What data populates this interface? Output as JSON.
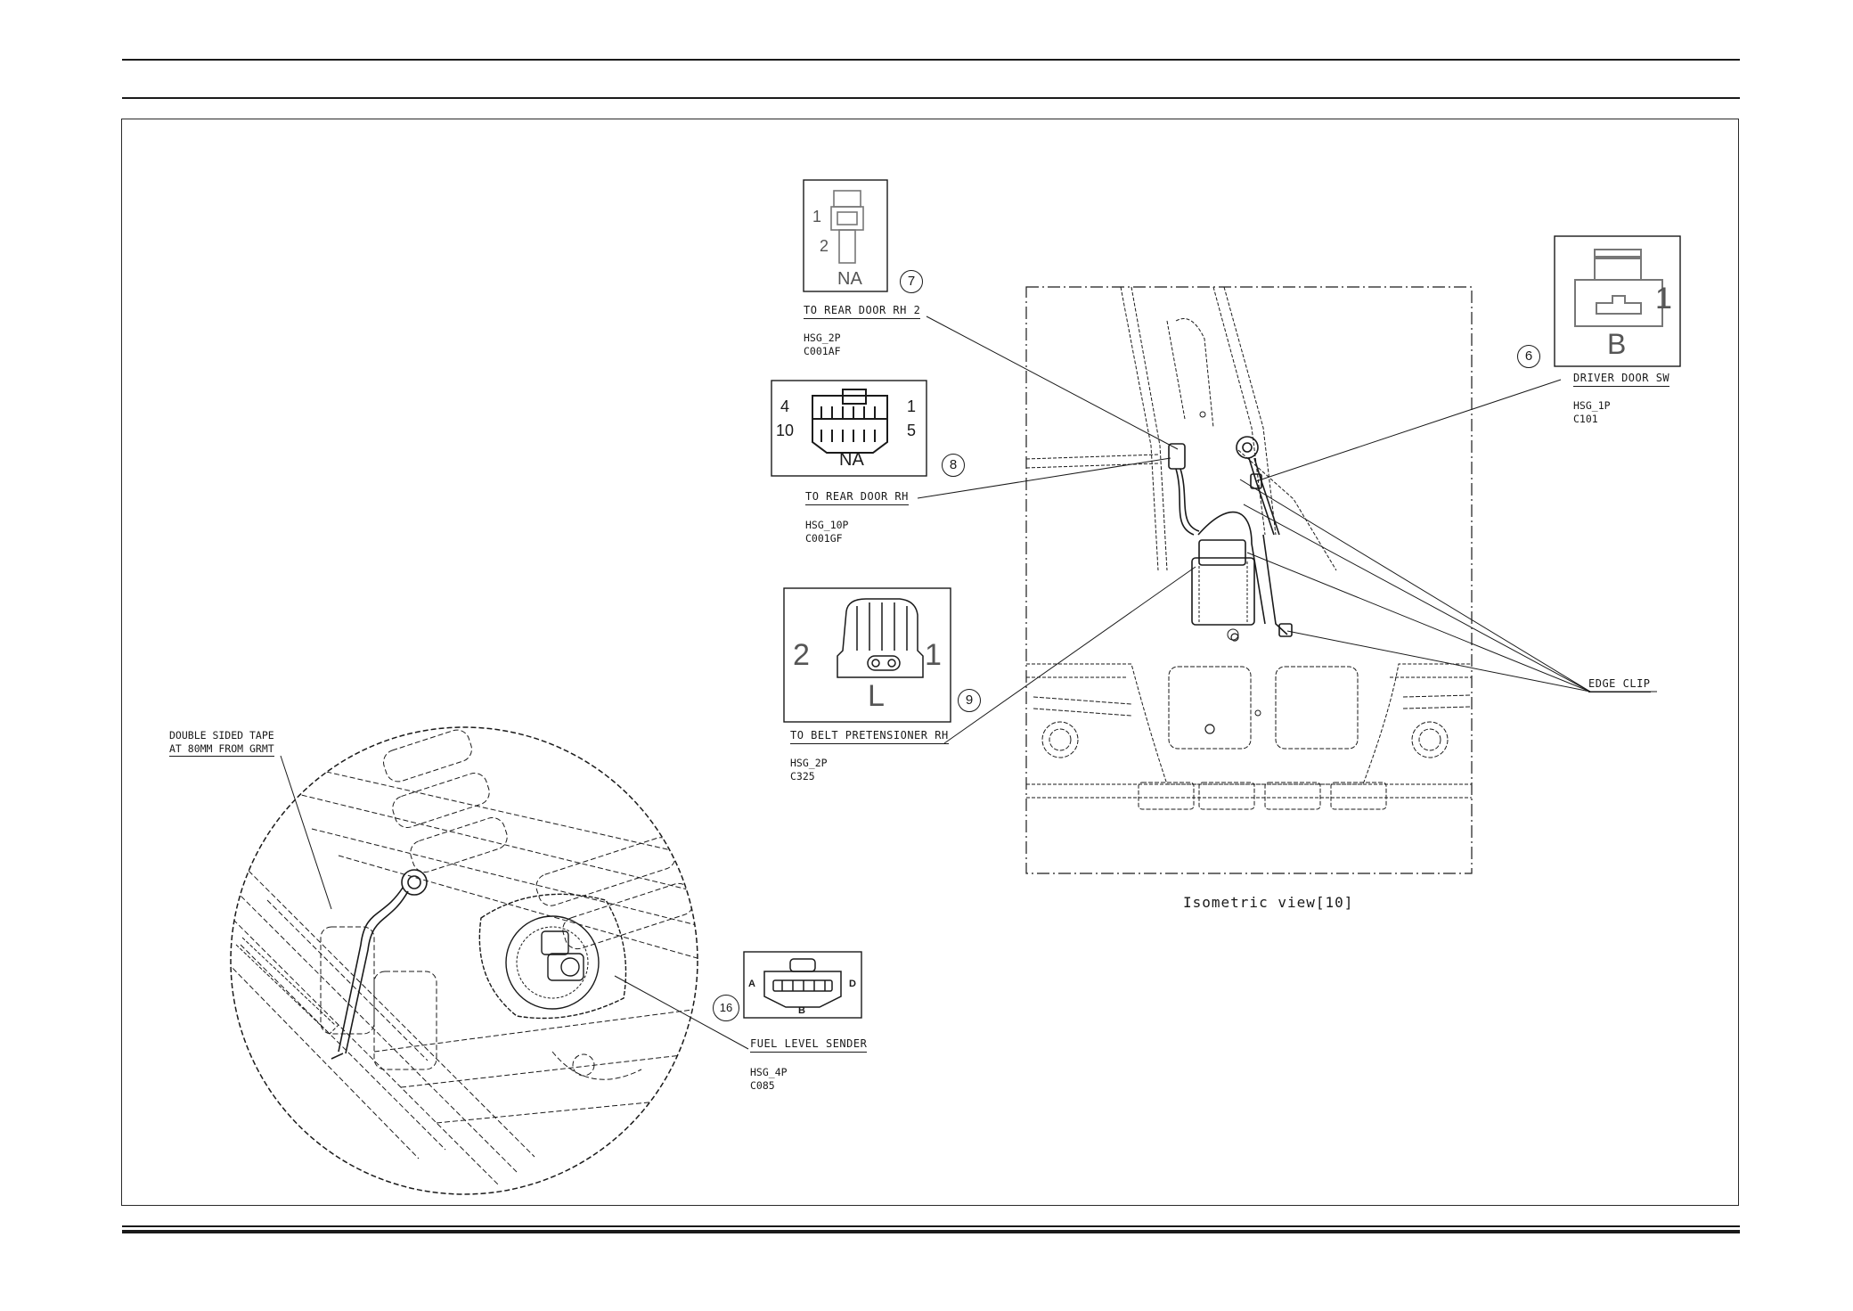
{
  "isometric_view": {
    "title": "Isometric view[10]"
  },
  "connectors": [
    {
      "callout": "7",
      "label": "TO REAR DOOR RH 2",
      "housing": "HSG_2P",
      "code": "C001AF",
      "pins": [
        "1",
        "2"
      ],
      "color": "NA"
    },
    {
      "callout": "8",
      "label": "TO REAR DOOR RH",
      "housing": "HSG_10P",
      "code": "C001GF",
      "pins": [
        "4",
        "10",
        "1",
        "5"
      ],
      "color": "NA"
    },
    {
      "callout": "9",
      "label": "TO BELT PRETENSIONER RH",
      "housing": "HSG_2P",
      "code": "C325",
      "pins": [
        "2",
        "1"
      ],
      "color": "L"
    },
    {
      "callout": "6",
      "label": "DRIVER DOOR SW",
      "housing": "HSG_1P",
      "code": "C101",
      "pins": [
        "1"
      ],
      "color": "B"
    },
    {
      "callout": "16",
      "label": "FUEL LEVEL SENDER",
      "housing": "HSG_4P",
      "code": "C085",
      "pins": [
        "A",
        "D",
        "B"
      ]
    }
  ],
  "notes": {
    "edge_clip": "EDGE CLIP",
    "tape_line1": "DOUBLE SIDED TAPE",
    "tape_line2": "AT 80MM FROM GRMT"
  },
  "colors": {
    "ink": "#1a1a1a",
    "paper": "#ffffff"
  }
}
